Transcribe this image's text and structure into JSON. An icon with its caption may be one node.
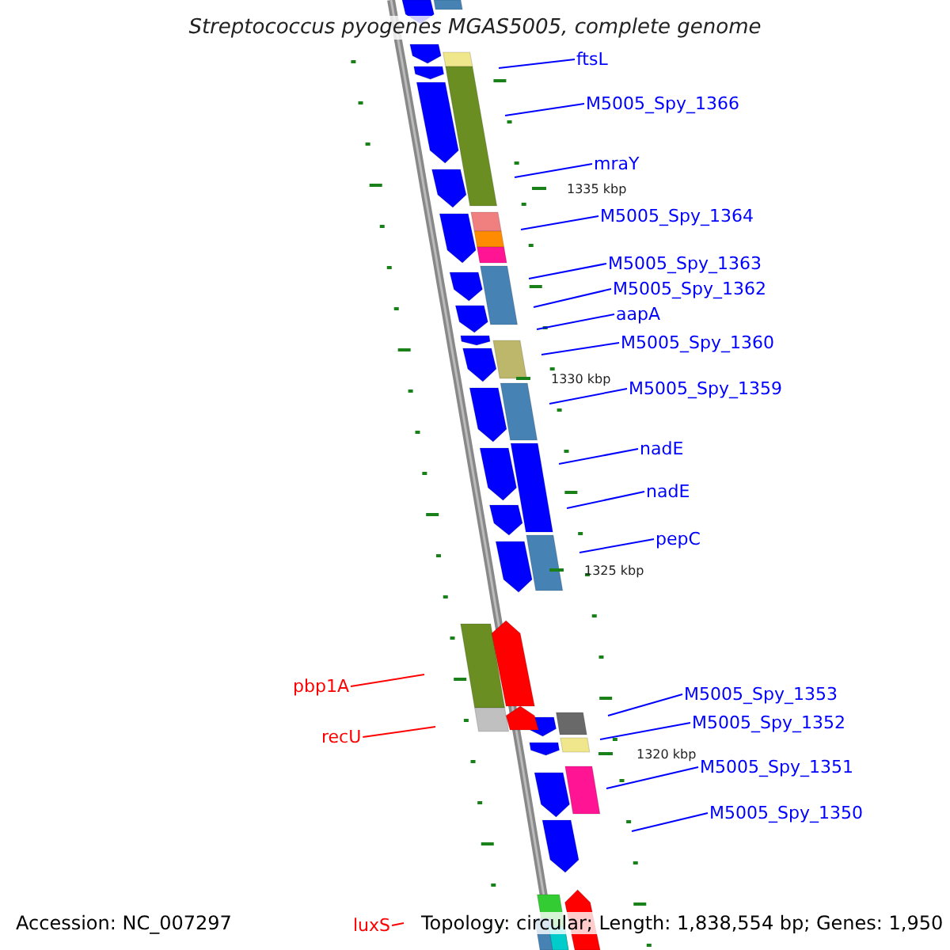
{
  "diagram": {
    "title": "Streptococcus pyogenes MGAS5005, complete genome",
    "nodes": [
      {
        "text": [
          "ftsL"
        ]
      },
      {
        "text": [
          "M5005_Spy_1366"
        ]
      },
      {
        "text": [
          "mraY"
        ]
      },
      {
        "text": [
          "M5005_Spy_1364"
        ]
      },
      {
        "text": [
          "M5005_Spy_1363"
        ]
      },
      {
        "text": [
          "M5005_Spy_1362"
        ]
      },
      {
        "text": [
          "aapA"
        ]
      },
      {
        "text": [
          "M5005_Spy_1360"
        ]
      },
      {
        "text": [
          "M5005_Spy_1359"
        ]
      },
      {
        "text": [
          "nadE"
        ]
      },
      {
        "text": [
          "nadE"
        ]
      },
      {
        "text": [
          "pepC"
        ]
      },
      {
        "text": [
          "pbp1A"
        ]
      },
      {
        "text": [
          "recU"
        ]
      },
      {
        "text": [
          "M5005_Spy_1353"
        ]
      },
      {
        "text": [
          "M5005_Spy_1352"
        ]
      },
      {
        "text": [
          "M5005_Spy_1351"
        ]
      },
      {
        "text": [
          "M5005_Spy_1350"
        ]
      },
      {
        "text": [
          "luxS"
        ]
      }
    ],
    "edges": [
      {
        "from": 0,
        "to": null,
        "arrow": "none"
      },
      {
        "from": 1,
        "to": null,
        "arrow": "none"
      },
      {
        "from": 2,
        "to": null,
        "arrow": "none"
      },
      {
        "from": 3,
        "to": null,
        "arrow": "none"
      },
      {
        "from": 4,
        "to": null,
        "arrow": "none"
      },
      {
        "from": 5,
        "to": null,
        "arrow": "none"
      },
      {
        "from": 6,
        "to": null,
        "arrow": "none"
      },
      {
        "from": 7,
        "to": null,
        "arrow": "none"
      },
      {
        "from": 8,
        "to": null,
        "arrow": "none"
      },
      {
        "from": 9,
        "to": null,
        "arrow": "none"
      },
      {
        "from": 10,
        "to": null,
        "arrow": "none"
      },
      {
        "from": 11,
        "to": null,
        "arrow": "none"
      },
      {
        "from": 12,
        "to": null,
        "arrow": "none",
        "color": "#ff0000"
      },
      {
        "from": 13,
        "to": null,
        "arrow": "none",
        "color": "#ff0000"
      },
      {
        "from": 14,
        "to": null,
        "arrow": "none"
      },
      {
        "from": 15,
        "to": null,
        "arrow": "none"
      },
      {
        "from": 16,
        "to": null,
        "arrow": "none"
      },
      {
        "from": 17,
        "to": null,
        "arrow": "none"
      },
      {
        "from": 18,
        "to": null,
        "arrow": "none",
        "color": "#ff0000"
      }
    ],
    "labels": [
      "1335 kbp",
      "1330 kbp",
      "1325 kbp",
      "1320 kbp",
      "Accession: NC_007297",
      "Topology: circular; Length: 1,838,554 bp; Genes: 1,950"
    ]
  }
}
